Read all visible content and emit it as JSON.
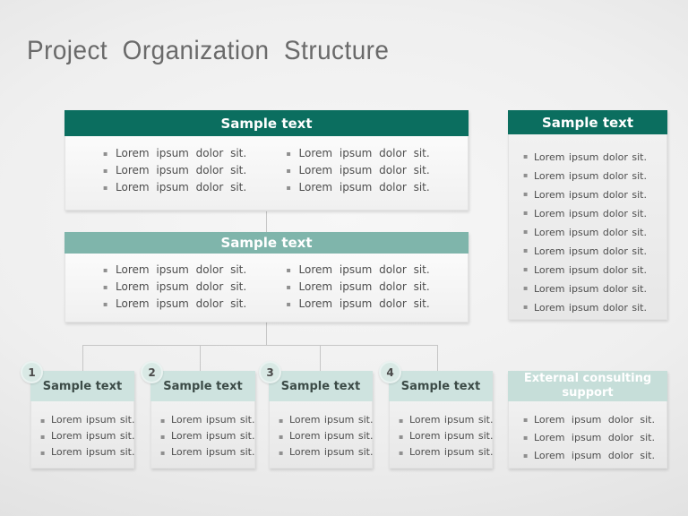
{
  "title": "Project Organization Structure",
  "colors": {
    "dark_teal_header": "#0b6e5f",
    "medium_teal_header": "#7fb5ab",
    "light_teal_header": "#cee3df",
    "external_header": "#c6ded9",
    "circle_fill": "#d9e9e5",
    "connector_line": "#c6c6c6",
    "title_text": "#6a6a6a",
    "bullet_text": "#4d4d4d"
  },
  "main_box": {
    "header": "Sample text",
    "col1": [
      "Lorem ipsum dolor sit.",
      "Lorem ipsum dolor sit.",
      "Lorem ipsum dolor sit."
    ],
    "col2": [
      "Lorem ipsum dolor sit.",
      "Lorem ipsum dolor sit.",
      "Lorem ipsum dolor sit."
    ]
  },
  "mid_box": {
    "header": "Sample text",
    "col1": [
      "Lorem ipsum dolor sit.",
      "Lorem ipsum dolor sit.",
      "Lorem ipsum dolor sit."
    ],
    "col2": [
      "Lorem ipsum dolor sit.",
      "Lorem ipsum dolor sit.",
      "Lorem ipsum dolor sit."
    ]
  },
  "right_box": {
    "header": "Sample text",
    "bullets": [
      "Lorem ipsum dolor sit.",
      "Lorem ipsum dolor sit.",
      "Lorem ipsum dolor sit.",
      "Lorem ipsum dolor sit.",
      "Lorem ipsum dolor sit.",
      "Lorem ipsum dolor sit.",
      "Lorem ipsum dolor sit.",
      "Lorem ipsum dolor sit.",
      "Lorem ipsum dolor sit."
    ]
  },
  "bottom_boxes": [
    {
      "number": "1",
      "header": "Sample text",
      "bullets": [
        "Lorem ipsum sit.",
        "Lorem ipsum sit.",
        "Lorem ipsum sit."
      ]
    },
    {
      "number": "2",
      "header": "Sample text",
      "bullets": [
        "Lorem ipsum sit.",
        "Lorem ipsum sit.",
        "Lorem ipsum sit."
      ]
    },
    {
      "number": "3",
      "header": "Sample text",
      "bullets": [
        "Lorem ipsum sit.",
        "Lorem ipsum sit.",
        "Lorem ipsum sit."
      ]
    },
    {
      "number": "4",
      "header": "Sample text",
      "bullets": [
        "Lorem ipsum sit.",
        "Lorem ipsum sit.",
        "Lorem ipsum sit."
      ]
    }
  ],
  "external_box": {
    "header": "External consulting support",
    "bullets": [
      "Lorem ipsum dolor sit.",
      "Lorem ipsum dolor sit.",
      "Lorem ipsum dolor sit."
    ]
  }
}
